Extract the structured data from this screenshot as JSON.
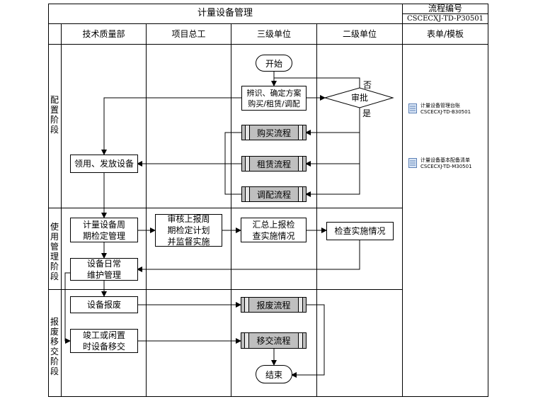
{
  "title": "计量设备管理",
  "process_no_label": "流程编号",
  "process_no": "CSCECXJ-TD-P30501",
  "columns": [
    "技术质量部",
    "项目总工",
    "三级单位",
    "二级单位",
    "表单/模板"
  ],
  "stages": [
    "配置阶段",
    "使用管理阶段",
    "报废移交阶段"
  ],
  "nodes": {
    "start": "开始",
    "identify": "辨识、确定方案\n购买/租赁/调配",
    "approve": "审批",
    "no": "否",
    "yes": "是",
    "buy": "购买流程",
    "rent": "租赁流程",
    "allocate": "调配流程",
    "issue": "领用、发放设备",
    "periodic": "计量设备周\n期检定管理",
    "review": "审核上报周\n期检定计划\n并监督实施",
    "summarize": "汇总上报检\n查实施情况",
    "inspect": "检查实施情况",
    "maintain": "设备日常\n维护管理",
    "scrap": "设备报废",
    "scrap_flow": "报废流程",
    "idle": "竣工或闲置\n时设备移交",
    "transfer_flow": "移交流程",
    "end": "结束"
  },
  "forms": [
    {
      "name": "计量设备管理台账",
      "code": "CSCECXJ-TD-B30501"
    },
    {
      "name": "计量设备基本配备清单",
      "code": "CSCECXJ-TD-M30501"
    }
  ]
}
